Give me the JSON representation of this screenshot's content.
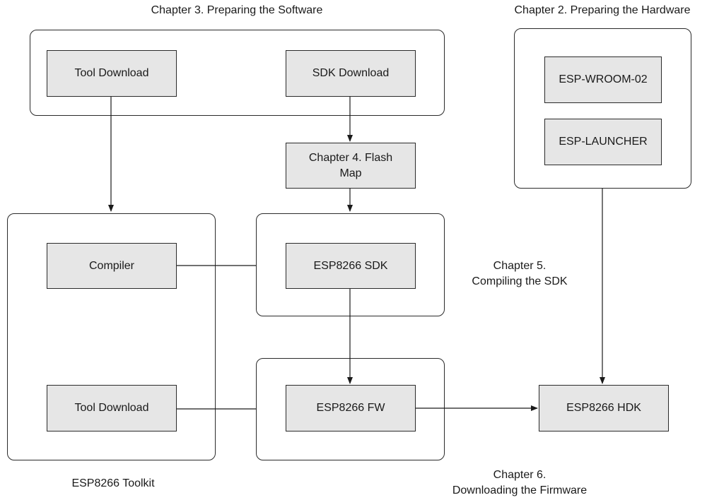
{
  "labels": {
    "software_chapter": "Chapter 3. Preparing the Software",
    "hardware_chapter": "Chapter 2. Preparing the Hardware",
    "compile_chapter_line1": "Chapter 5.",
    "compile_chapter_line2": "Compiling the SDK",
    "download_chapter_line1": "Chapter 6.",
    "download_chapter_line2": "Downloading the Firmware",
    "toolkit": "ESP8266 Toolkit"
  },
  "boxes": {
    "tool_download_top": "Tool Download",
    "sdk_download": "SDK Download",
    "flash_map_line1": "Chapter 4. Flash",
    "flash_map_line2": "Map",
    "esp_wroom": "ESP-WROOM-02",
    "esp_launcher": "ESP-LAUNCHER",
    "compiler": "Compiler",
    "esp8266_sdk": "ESP8266 SDK",
    "tool_download_bottom": "Tool Download",
    "esp8266_fw": "ESP8266 FW",
    "esp8266_hdk": "ESP8266 HDK"
  }
}
